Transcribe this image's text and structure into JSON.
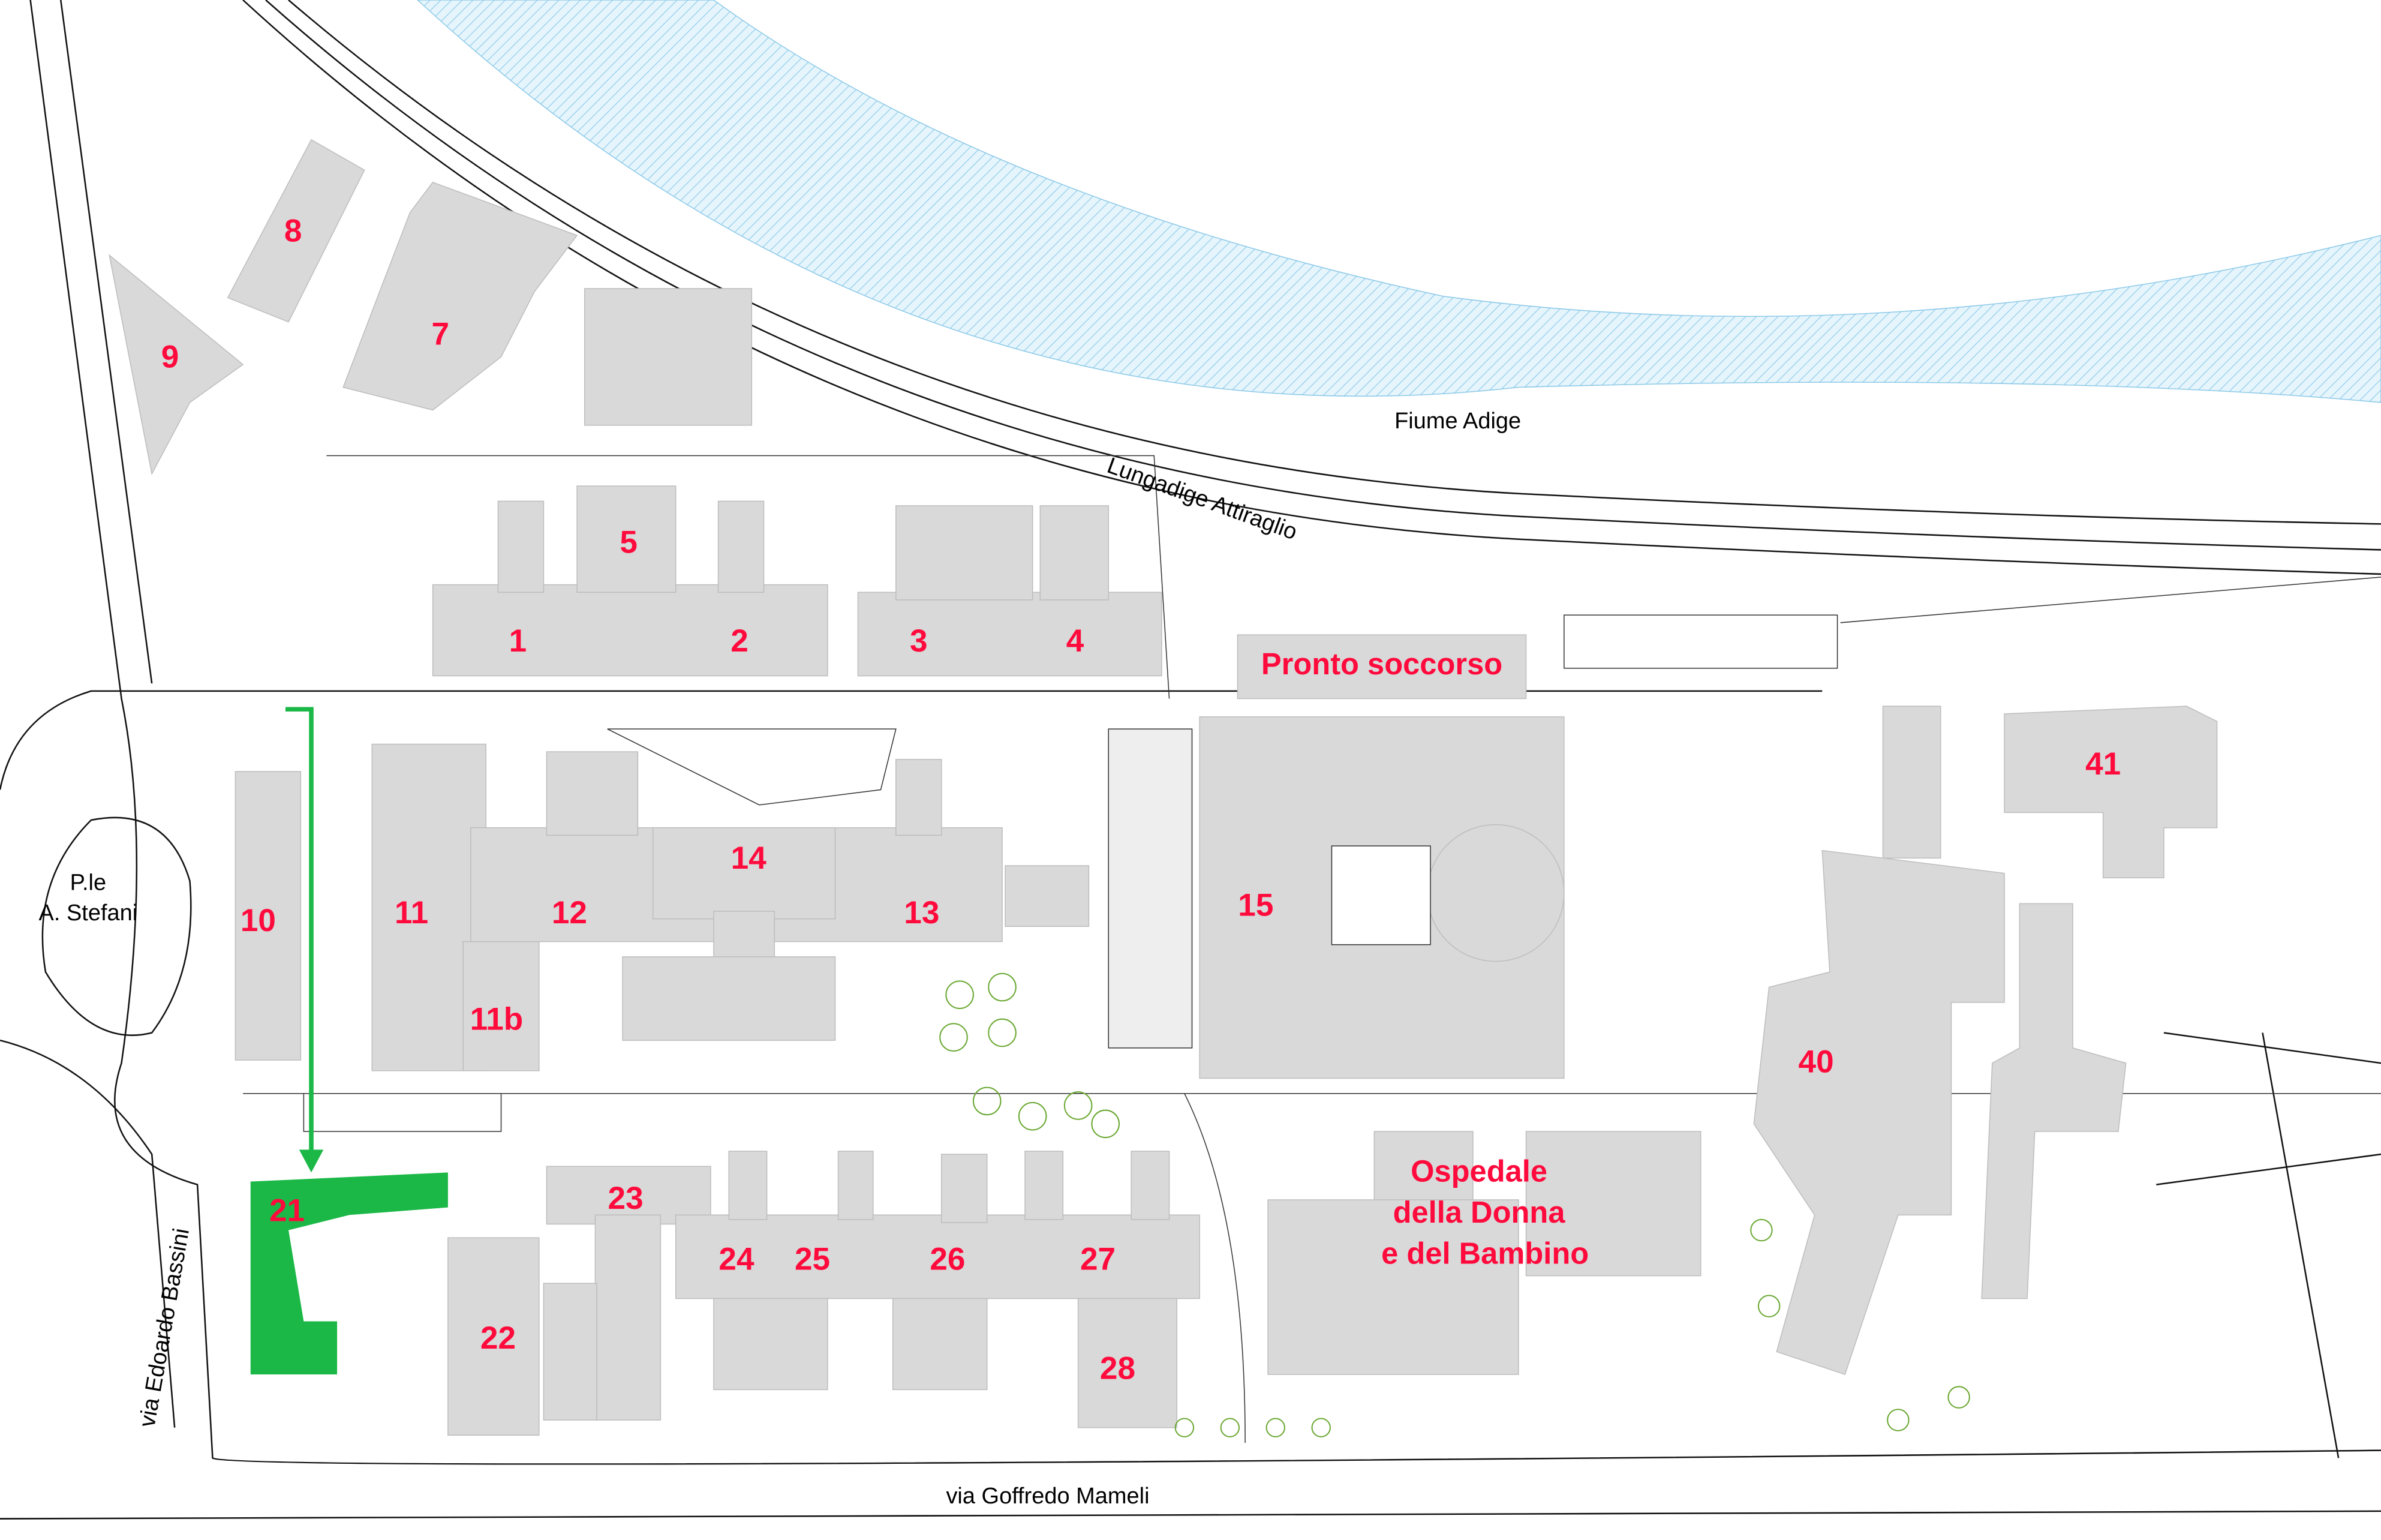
{
  "map": {
    "title": "Hospital campus site plan",
    "colors": {
      "building": "#d9d9d9",
      "label": "#ff0a3c",
      "highlight": "#1bb847",
      "river": "#cfeaf8"
    },
    "streets": {
      "river": "Fiume Adige",
      "lungadige": "Lungadige Attiraglio",
      "piazzale_line1": "P.le",
      "piazzale_line2": "A. Stefani",
      "bassini": "via Edoardo Bassini",
      "mameli": "via Goffredo Mameli"
    },
    "buildings": {
      "b1": "1",
      "b2": "2",
      "b3": "3",
      "b4": "4",
      "b5": "5",
      "b7": "7",
      "b8": "8",
      "b9": "9",
      "b10": "10",
      "b11": "11",
      "b11b": "11b",
      "b12": "12",
      "b13": "13",
      "b14": "14",
      "b15": "15",
      "b21": "21",
      "b22": "22",
      "b23": "23",
      "b24": "24",
      "b25": "25",
      "b26": "26",
      "b27": "27",
      "b28": "28",
      "b40": "40",
      "b41": "41",
      "pronto": "Pronto soccorso",
      "ospedale1": "Ospedale",
      "ospedale2": "della Donna",
      "ospedale3": "e del Bambino"
    },
    "route": {
      "highlighted_building": "21",
      "arrow_icon": "route-arrow"
    }
  }
}
